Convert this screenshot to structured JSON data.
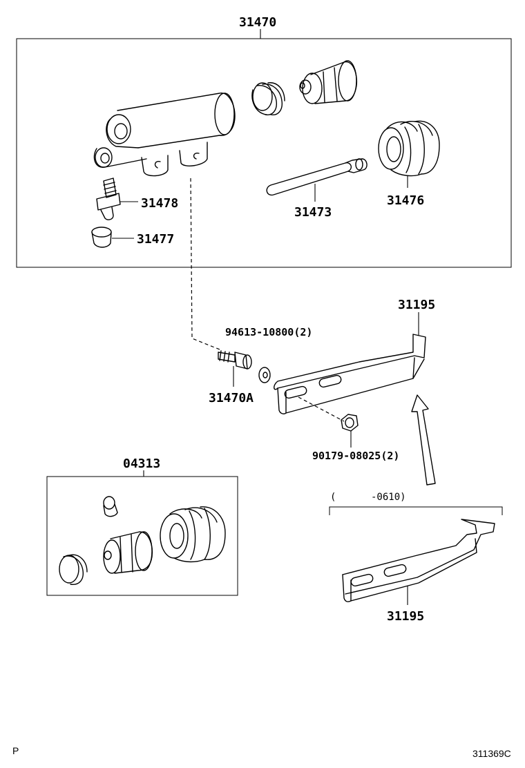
{
  "labels": {
    "assembly": "31470",
    "bleeder_plug": "31478",
    "bleeder_cap": "31477",
    "push_rod": "31473",
    "boot": "31476",
    "bracket_upper": "31195",
    "washer": "94613-10800(2)",
    "stud": "31470A",
    "nut": "90179-08025(2)",
    "kit": "04313",
    "note": "(      -0610)",
    "bracket_lower": "31195"
  },
  "footer": {
    "left": "P",
    "right": "311369C"
  }
}
